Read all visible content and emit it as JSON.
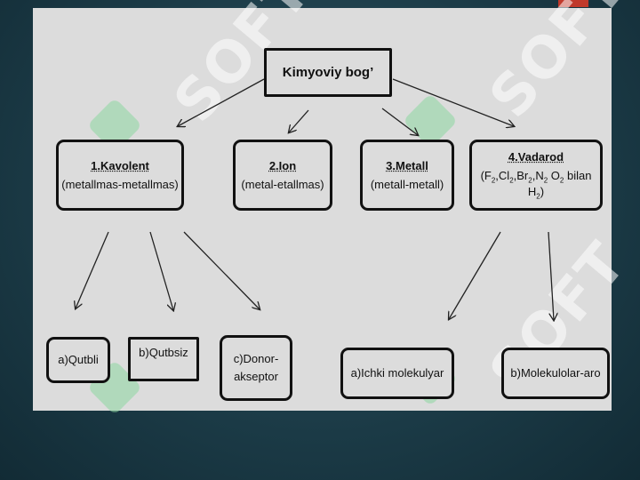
{
  "watermark": {
    "text": "SOFT"
  },
  "diagram": {
    "root": "Kimyoviy bog’",
    "categories": [
      {
        "title": "1.Kavolent",
        "subtitle": "(metallmas-metallmas)"
      },
      {
        "title": "2.Ion",
        "subtitle": "(metal-etallmas)"
      },
      {
        "title": "3.Metall",
        "subtitle": "(metall-metall)"
      },
      {
        "title": "4.Vadarod",
        "subtitle_parts": [
          "(F",
          "2",
          ",Cl",
          "2",
          ",Br",
          "2",
          ",N",
          "2",
          " O",
          "2",
          " bilan H",
          "2",
          ")"
        ]
      }
    ],
    "kavolent_types": [
      "a)Qutbli",
      "b)Qutbsiz",
      "c)Donor-akseptor"
    ],
    "vadarod_types": [
      "a)Ichki molekulyar",
      "b)Molekulolar-aro"
    ]
  },
  "colors": {
    "slide_bg": "#dcdcdc",
    "frame_bg": "#1c3c48",
    "accent": "#c0392b",
    "watermark": "#8cd7a0"
  }
}
